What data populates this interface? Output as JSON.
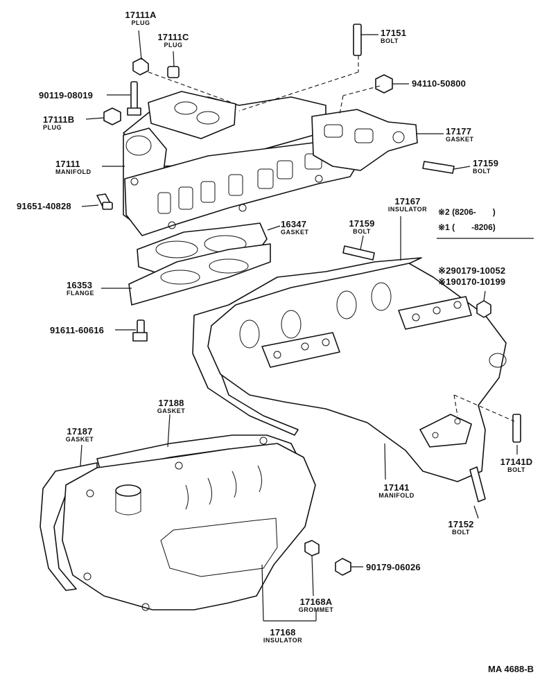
{
  "parts": {
    "p17111A": {
      "number": "17111A",
      "name": "PLUG"
    },
    "p17111C": {
      "number": "17111C",
      "name": "PLUG"
    },
    "p17151": {
      "number": "17151",
      "name": "BOLT"
    },
    "p90119": {
      "number": "90119-08019"
    },
    "p94110": {
      "number": "94110-50800"
    },
    "p17111B": {
      "number": "17111B",
      "name": "PLUG"
    },
    "p17177": {
      "number": "17177",
      "name": "GASKET"
    },
    "p17111": {
      "number": "17111",
      "name": "MANIFOLD"
    },
    "p17159a": {
      "number": "17159",
      "name": "BOLT"
    },
    "p91651": {
      "number": "91651-40828"
    },
    "p17167": {
      "number": "17167",
      "name": "INSULATOR"
    },
    "p16347": {
      "number": "16347",
      "name": "GASKET"
    },
    "p17159b": {
      "number": "17159",
      "name": "BOLT"
    },
    "p16353": {
      "number": "16353",
      "name": "FLANGE"
    },
    "p290179": {
      "number": "※290179-10052"
    },
    "p190170": {
      "number": "※190170-10199"
    },
    "p91611": {
      "number": "91611-60616"
    },
    "p17188": {
      "number": "17188",
      "name": "GASKET"
    },
    "p17187": {
      "number": "17187",
      "name": "GASKET"
    },
    "p17141D": {
      "number": "17141D",
      "name": "BOLT"
    },
    "p17141": {
      "number": "17141",
      "name": "MANIFOLD"
    },
    "p17152": {
      "number": "17152",
      "name": "BOLT"
    },
    "p90179": {
      "number": "90179-06026"
    },
    "p17168A": {
      "number": "17168A",
      "name": "GROMMET"
    },
    "p17168": {
      "number": "17168",
      "name": "INSULATOR"
    }
  },
  "legend": {
    "line1": {
      "mark": "※2",
      "range": "(8206-　　)"
    },
    "line2": {
      "mark": "※1",
      "range": "(　　-8206)"
    }
  },
  "catalog_code": "MA 4688-B"
}
